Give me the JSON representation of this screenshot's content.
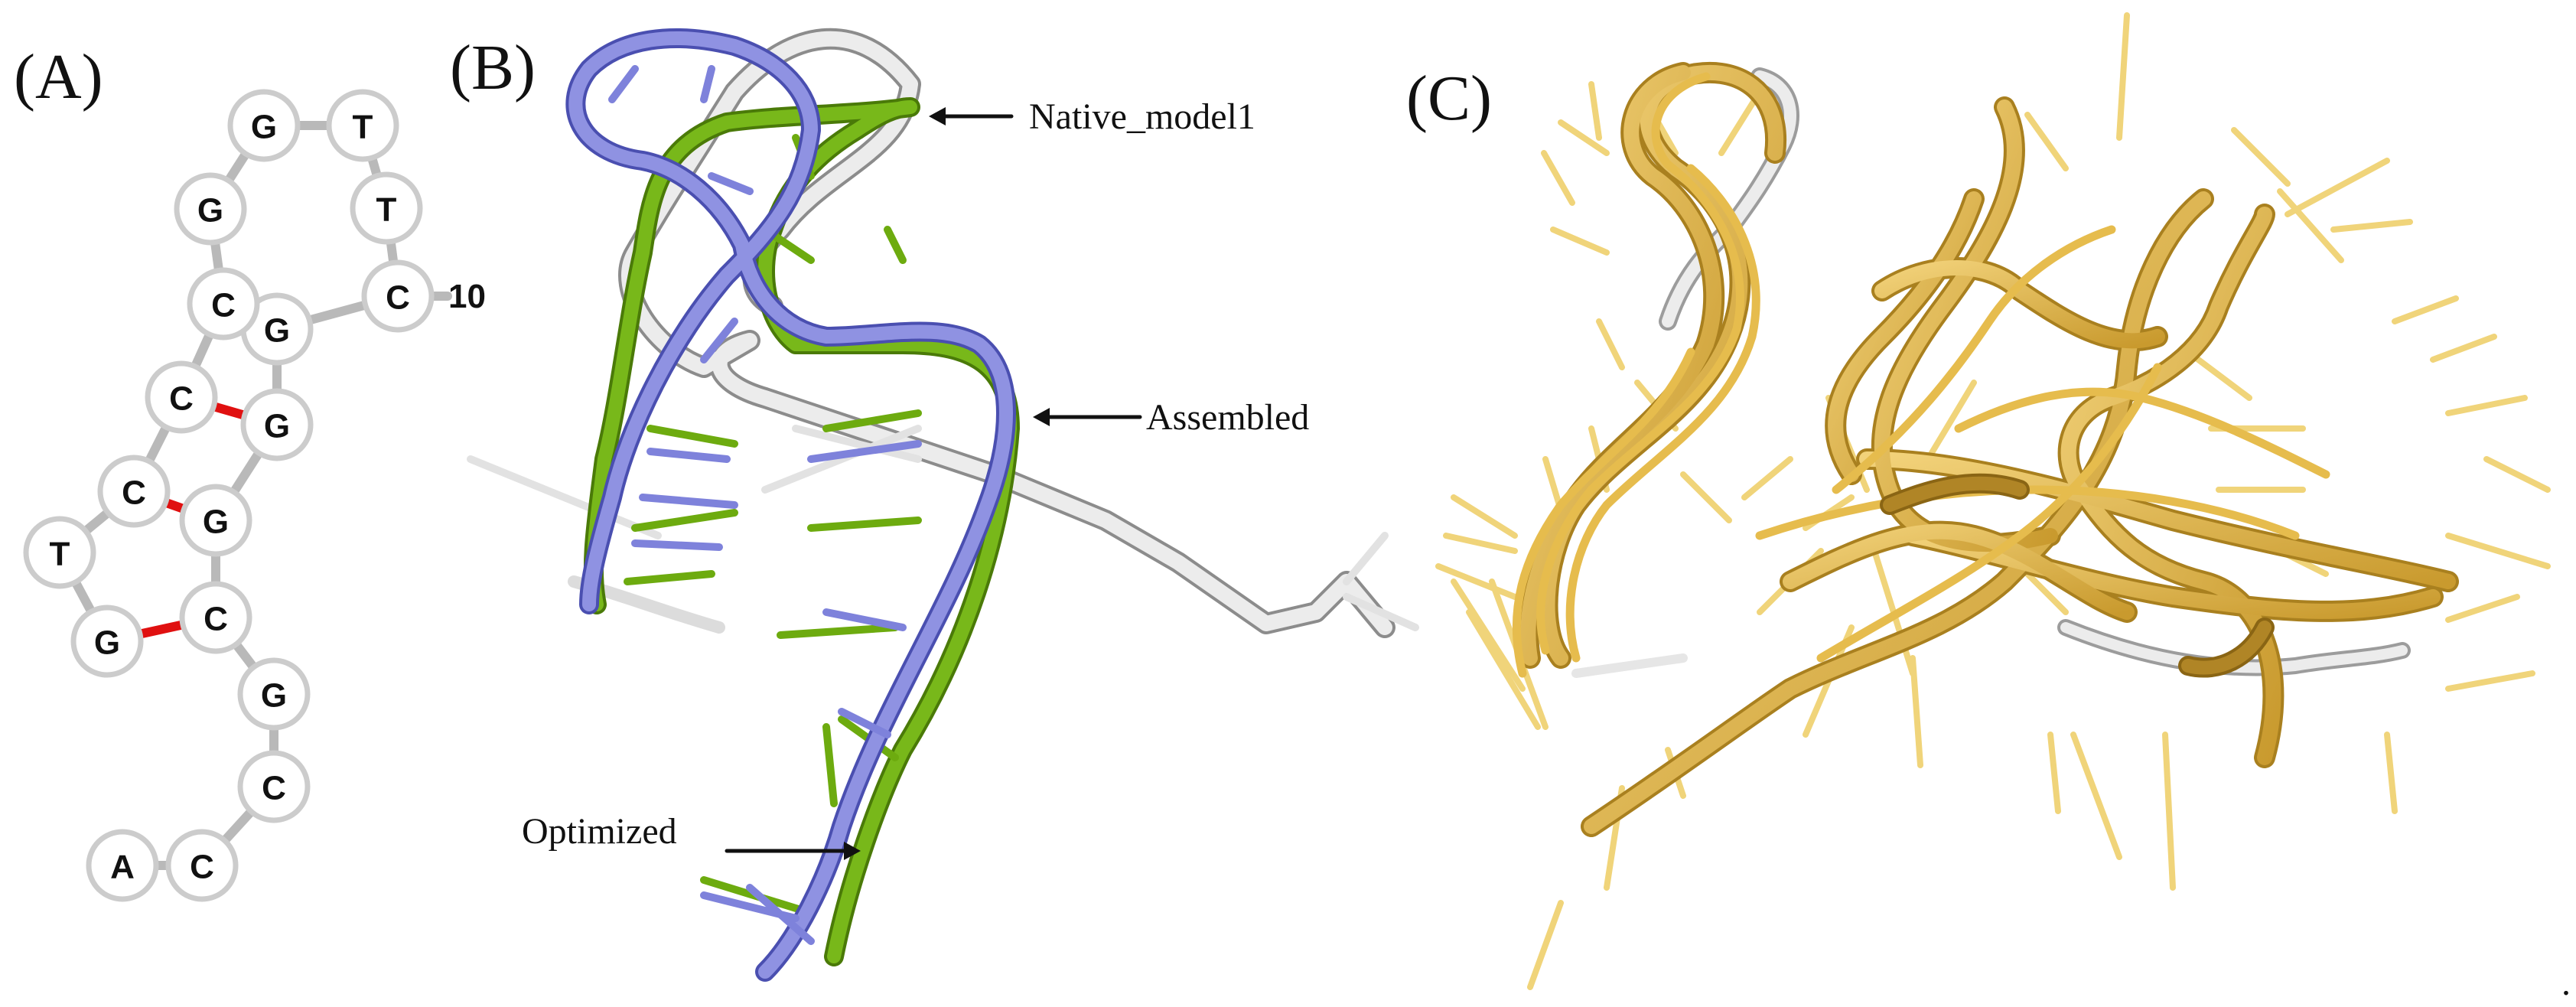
{
  "panels": {
    "a_label": "(A)",
    "b_label": "(B)",
    "c_label": "(C)"
  },
  "secondary_structure": {
    "nucleotides": [
      "A",
      "C",
      "C",
      "G",
      "C",
      "G",
      "T",
      "C",
      "C",
      "C",
      "G",
      "T",
      "T",
      "G",
      "C",
      "G",
      "G",
      "G"
    ],
    "position_marker": "10",
    "colors": {
      "node_border": "#cccccc",
      "backbone": "#b9b9b9",
      "base_pair": "#e01010"
    }
  },
  "superposition": {
    "annotations": {
      "native": "Native_model1",
      "assembled": "Assembled",
      "optimized": "Optimized"
    },
    "colors": {
      "native": "#e6e6e6",
      "assembled": "#6dab0f",
      "optimized": "#8a8de0"
    }
  },
  "ensemble": {
    "colors": {
      "models": "#e6bc4d",
      "models_dark": "#b8902b",
      "reference": "#e6e6e6"
    }
  },
  "trailing_mark": "."
}
